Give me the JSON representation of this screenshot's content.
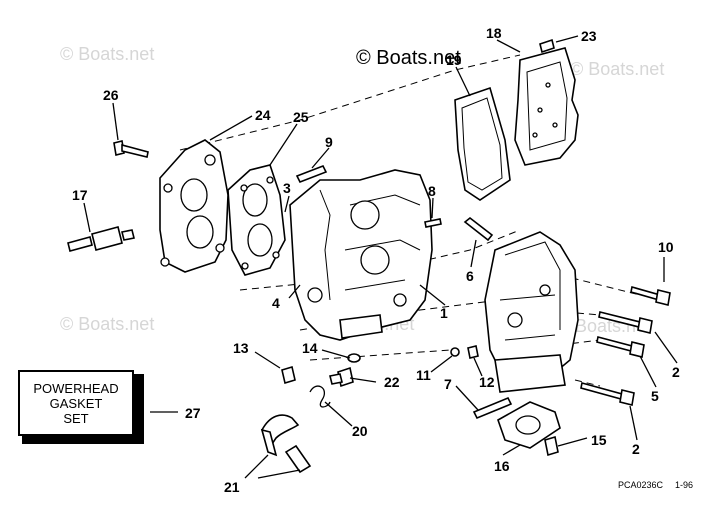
{
  "watermarks": {
    "top": "© Boats.net",
    "faded": [
      "© Boats.net",
      "© Boats.net",
      "© Boats.net",
      "© Boats.net",
      "Boats.net"
    ]
  },
  "gasket_set_box": {
    "label": "POWERHEAD\nGASKET\nSET"
  },
  "callouts": {
    "c1": "1",
    "c2a": "2",
    "c2b": "2",
    "c3": "3",
    "c4": "4",
    "c5": "5",
    "c6": "6",
    "c7": "7",
    "c8": "8",
    "c9": "9",
    "c10": "10",
    "c11": "11",
    "c12": "12",
    "c13": "13",
    "c14": "14",
    "c15": "15",
    "c16": "16",
    "c17": "17",
    "c18": "18",
    "c19": "19",
    "c20": "20",
    "c21": "21",
    "c22": "22",
    "c23": "23",
    "c24": "24",
    "c25": "25",
    "c26": "26",
    "c27": "27"
  },
  "drawing_code": {
    "id": "PCA0236C",
    "date": "1-96"
  }
}
